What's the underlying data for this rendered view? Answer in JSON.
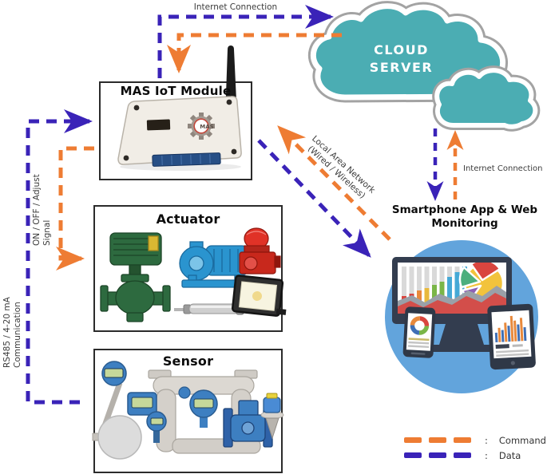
{
  "diagram_title": "MAS IoT system architecture",
  "colors": {
    "command_orange": "#ee7c33",
    "data_purple": "#3a23b8",
    "cloud_teal": "#4badb3",
    "monitoring_circle_blue": "#62a4dc",
    "box_border": "#2b2b2b"
  },
  "nodes": {
    "mas_module": {
      "title": "MAS IoT Module",
      "logo_text": "MAS"
    },
    "actuator": {
      "title": "Actuator"
    },
    "sensor": {
      "title": "Sensor"
    },
    "cloud": {
      "line1": "CLOUD",
      "line2": "SERVER"
    },
    "monitoring": {
      "line1": "Smartphone App & Web",
      "line2": "Monitoring"
    }
  },
  "labels": {
    "internet_top": "Internet Connection",
    "internet_right": "Internet Connection",
    "lan_line1": "Local Area Network",
    "lan_line2": "(Wired / Wireless)",
    "onoff_line1": "ON / OFF / Adjust",
    "onoff_line2": "Signal",
    "rs485_line1": "RS485 / 4-20 mA",
    "rs485_line2": "Communication"
  },
  "legend": {
    "separator": ":",
    "items": [
      {
        "label": "Command",
        "color": "#ee7c33"
      },
      {
        "label": "Data",
        "color": "#3a23b8"
      }
    ]
  }
}
